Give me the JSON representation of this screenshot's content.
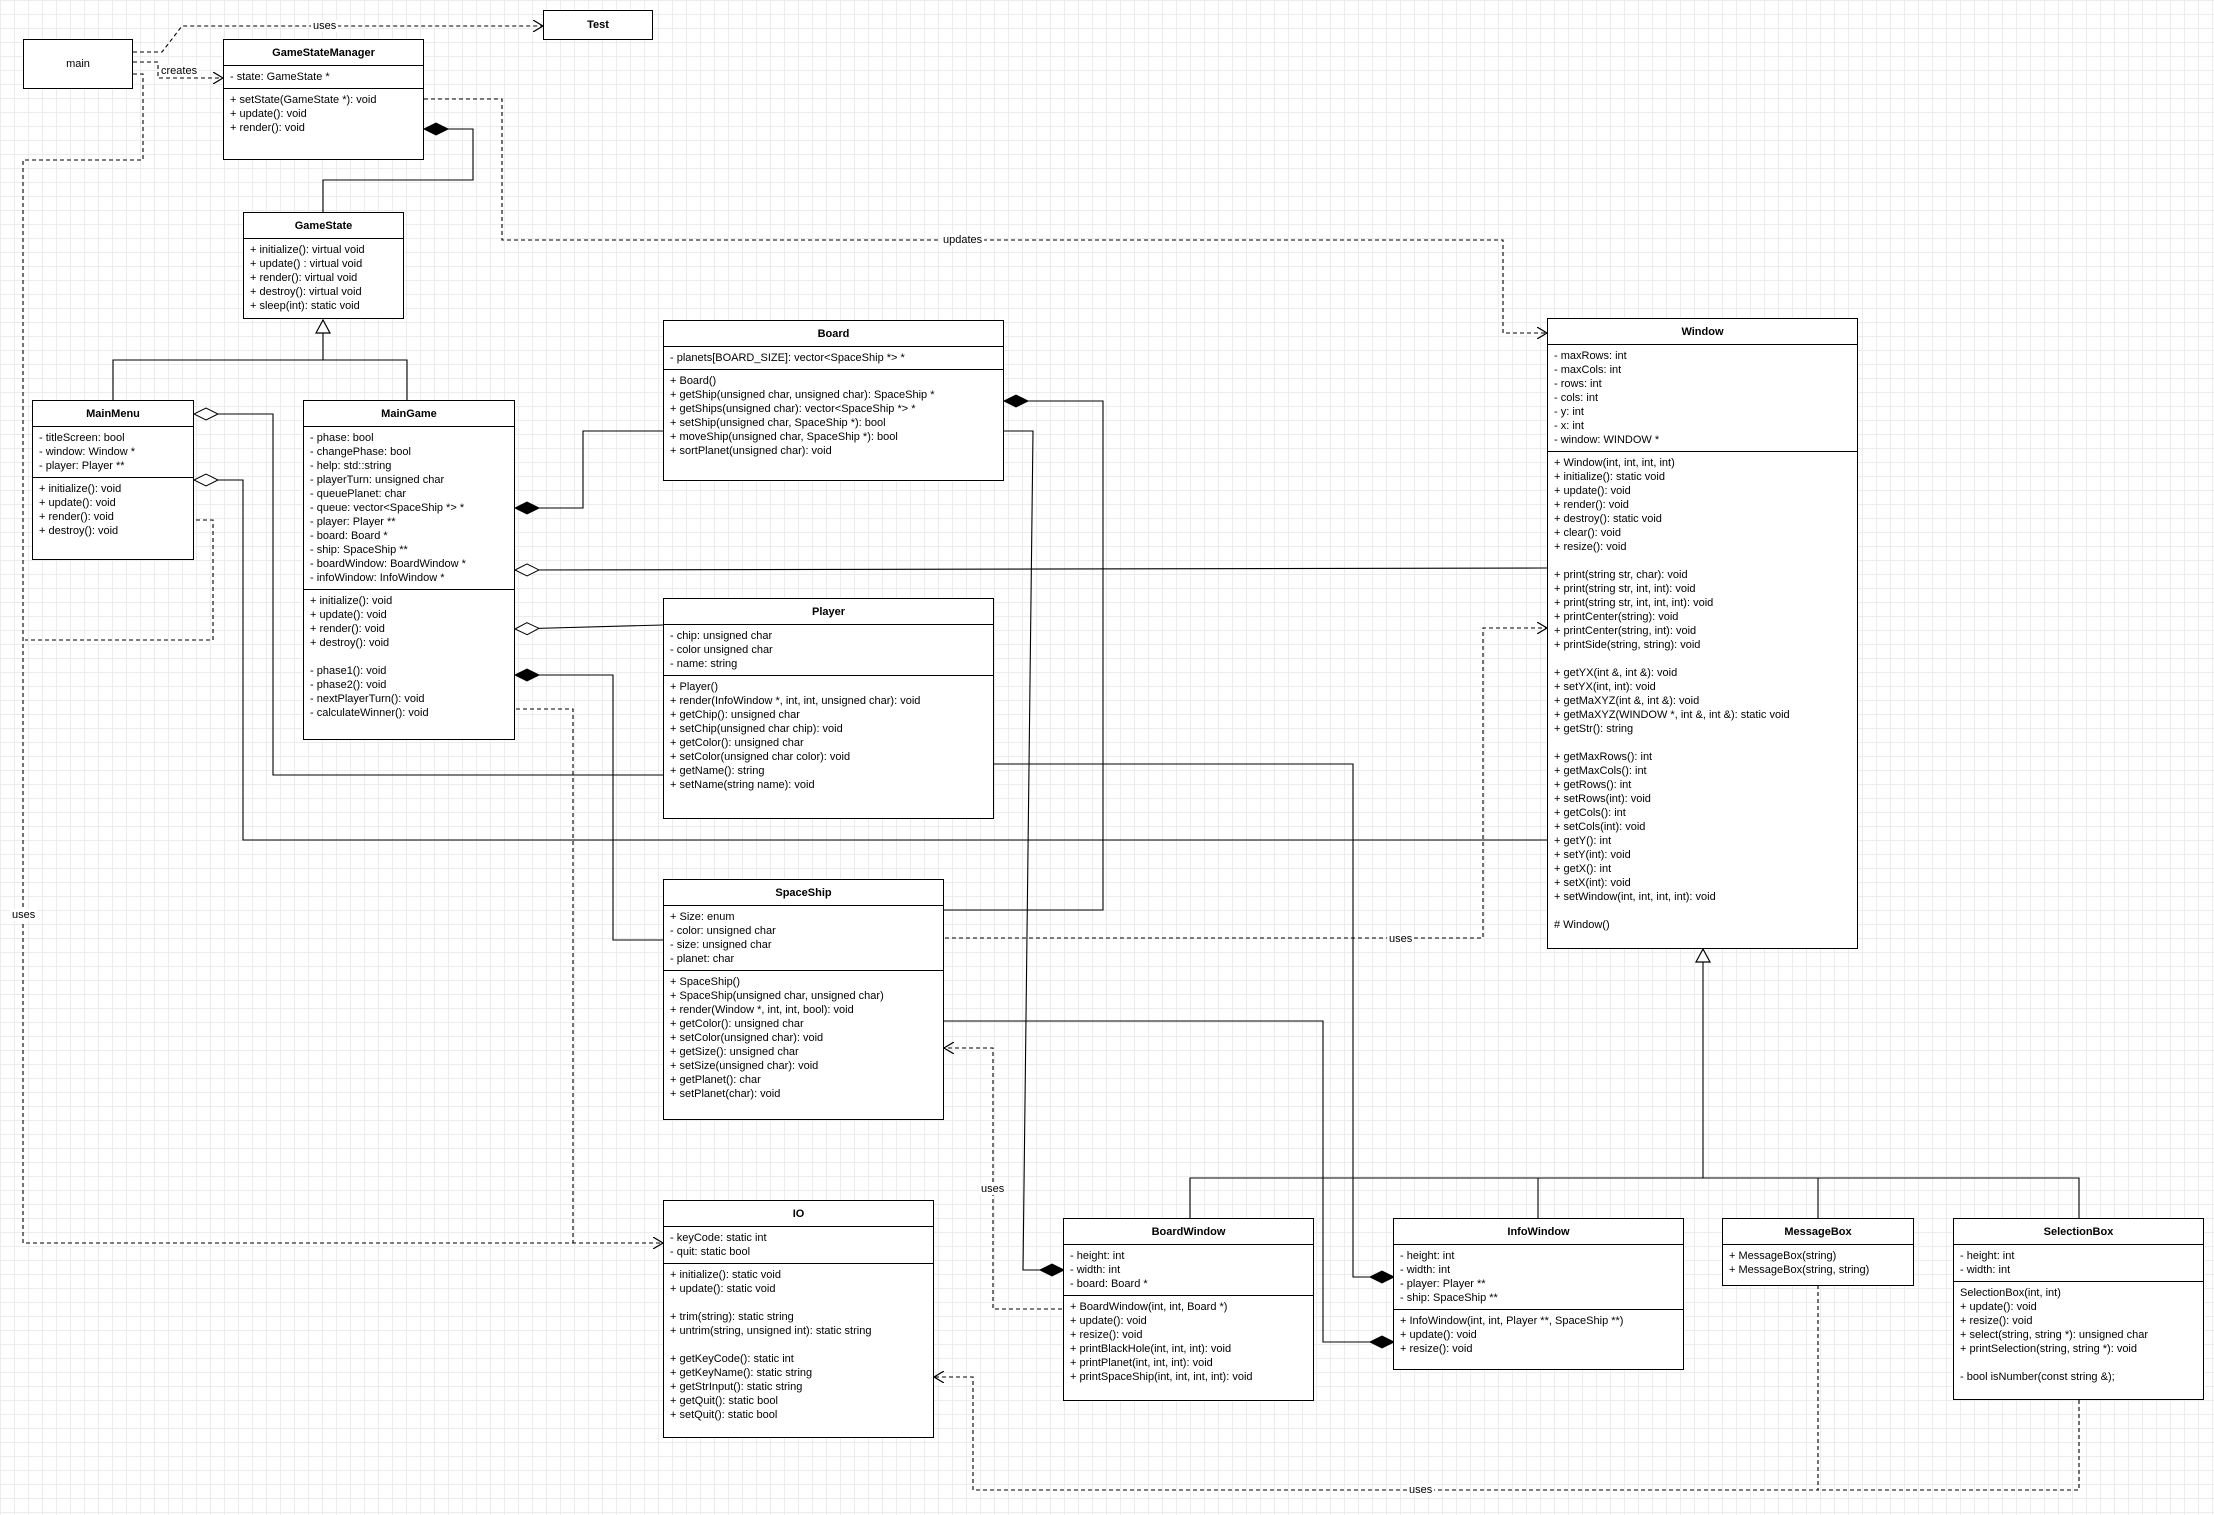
{
  "classes": {
    "main": "main",
    "test": "Test",
    "game_state_manager": {
      "name": "GameStateManager",
      "attributes": [
        "- state: GameState *"
      ],
      "methods": [
        "+ setState(GameState *): void",
        "+ update(): void",
        "+ render(): void"
      ]
    },
    "game_state": {
      "name": "GameState",
      "methods": [
        "+ initialize(): virtual void",
        "+ update() : virtual void",
        "+ render(): virtual void",
        "+ destroy(): virtual void",
        "+ sleep(int): static void"
      ]
    },
    "main_menu": {
      "name": "MainMenu",
      "attributes": [
        "- titleScreen: bool",
        "- window: Window *",
        "- player: Player **"
      ],
      "methods": [
        "+ initialize(): void",
        "+ update(): void",
        "+ render(): void",
        "+ destroy(): void"
      ]
    },
    "main_game": {
      "name": "MainGame",
      "attributes": [
        "- phase: bool",
        "- changePhase: bool",
        "- help: std::string",
        "- playerTurn: unsigned char",
        "- queuePlanet: char",
        "- queue: vector<SpaceShip *> *",
        "- player: Player **",
        "- board: Board *",
        "- ship: SpaceShip **",
        "- boardWindow: BoardWindow *",
        "- infoWindow: InfoWindow *"
      ],
      "methods": [
        "+ initialize(): void",
        "+ update(): void",
        "+ render(): void",
        "+ destroy(): void",
        "",
        "- phase1(): void",
        "- phase2(): void",
        "- nextPlayerTurn(): void",
        "- calculateWinner(): void"
      ]
    },
    "board": {
      "name": "Board",
      "attributes": [
        "- planets[BOARD_SIZE]: vector<SpaceShip *> *"
      ],
      "methods": [
        "+ Board()",
        "+ getShip(unsigned char, unsigned char): SpaceShip *",
        "+ getShips(unsigned char): vector<SpaceShip *> *",
        "+ setShip(unsigned char, SpaceShip *): bool",
        "+ moveShip(unsigned char, SpaceShip *): bool",
        "+ sortPlanet(unsigned char): void"
      ]
    },
    "player": {
      "name": "Player",
      "attributes": [
        "- chip: unsigned char",
        "- color unsigned char",
        "- name: string"
      ],
      "methods": [
        "+ Player()",
        "+ render(InfoWindow *, int, int, unsigned char): void",
        "+ getChip(): unsigned char",
        "+ setChip(unsigned char chip): void",
        "+ getColor(): unsigned char",
        "+ setColor(unsigned char color): void",
        "+ getName(): string",
        "+ setName(string name): void"
      ]
    },
    "space_ship": {
      "name": "SpaceShip",
      "attributes": [
        "+ Size: enum",
        "- color: unsigned char",
        "- size: unsigned char",
        "- planet: char"
      ],
      "methods": [
        "+ SpaceShip()",
        "+ SpaceShip(unsigned char, unsigned char)",
        "+ render(Window *, int, int, bool): void",
        "+ getColor(): unsigned char",
        "+ setColor(unsigned char): void",
        "+ getSize(): unsigned char",
        "+ setSize(unsigned char): void",
        "+ getPlanet(): char",
        "+ setPlanet(char): void"
      ]
    },
    "io": {
      "name": "IO",
      "attributes": [
        "- keyCode: static int",
        "- quit: static bool"
      ],
      "methods": [
        "+ initialize(): static void",
        "+ update(): static void",
        "",
        "+ trim(string): static string",
        "+ untrim(string, unsigned int): static string",
        "",
        "+ getKeyCode(): static int",
        "+ getKeyName(): static string",
        "+ getStrInput(): static string",
        "+ getQuit(): static bool",
        "+ setQuit(): static bool"
      ]
    },
    "window": {
      "name": "Window",
      "attributes": [
        "- maxRows: int",
        "- maxCols: int",
        "- rows: int",
        "- cols: int",
        "- y: int",
        "- x: int",
        "- window: WINDOW *"
      ],
      "methods": [
        "+ Window(int, int, int, int)",
        "+ initialize(): static void",
        "+ update(): void",
        "+ render(): void",
        "+ destroy(): static void",
        "+ clear(): void",
        "+ resize(): void",
        "",
        "+ print(string str, char): void",
        "+ print(string str, int, int): void",
        "+ print(string str, int, int, int): void",
        "+ printCenter(string): void",
        "+ printCenter(string, int): void",
        "+ printSide(string, string): void",
        "",
        "+ getYX(int &, int &): void",
        "+ setYX(int, int): void",
        "+ getMaXYZ(int &, int &): void",
        "+ getMaXYZ(WINDOW *, int &, int &): static void",
        "+ getStr(): string",
        "",
        "+ getMaxRows(): int",
        "+ getMaxCols(): int",
        "+ getRows(): int",
        "+ setRows(int): void",
        "+ getCols(): int",
        "+ setCols(int): void",
        "+ getY(): int",
        "+ setY(int): void",
        "+ getX(): int",
        "+ setX(int): void",
        "+ setWindow(int, int, int, int): void",
        "",
        "# Window()"
      ]
    },
    "board_window": {
      "name": "BoardWindow",
      "attributes": [
        "- height: int",
        "- width: int",
        "- board: Board *"
      ],
      "methods": [
        "+ BoardWindow(int, int, Board *)",
        "+ update(): void",
        "+ resize(): void",
        "+ printBlackHole(int, int, int): void",
        "+ printPlanet(int, int, int): void",
        "+ printSpaceShip(int, int, int, int): void"
      ]
    },
    "info_window": {
      "name": "InfoWindow",
      "attributes": [
        "- height: int",
        "- width: int",
        "- player: Player **",
        "- ship: SpaceShip **"
      ],
      "methods": [
        "+ InfoWindow(int, int, Player **, SpaceShip **)",
        "+ update(): void",
        "+ resize(): void"
      ]
    },
    "message_box": {
      "name": "MessageBox",
      "methods": [
        "+ MessageBox(string)",
        "+ MessageBox(string, string)"
      ]
    },
    "selection_box": {
      "name": "SelectionBox",
      "attributes": [
        "- height: int",
        "- width: int"
      ],
      "methods": [
        "SelectionBox(int, int)",
        "+ update(): void",
        "+ resize(): void",
        "+ select(string, string *): unsigned char",
        "+ printSelection(string, string *): void",
        "",
        "- bool isNumber(const string &);"
      ]
    }
  },
  "labels": {
    "uses": "uses",
    "creates": "creates",
    "updates": "updates"
  }
}
